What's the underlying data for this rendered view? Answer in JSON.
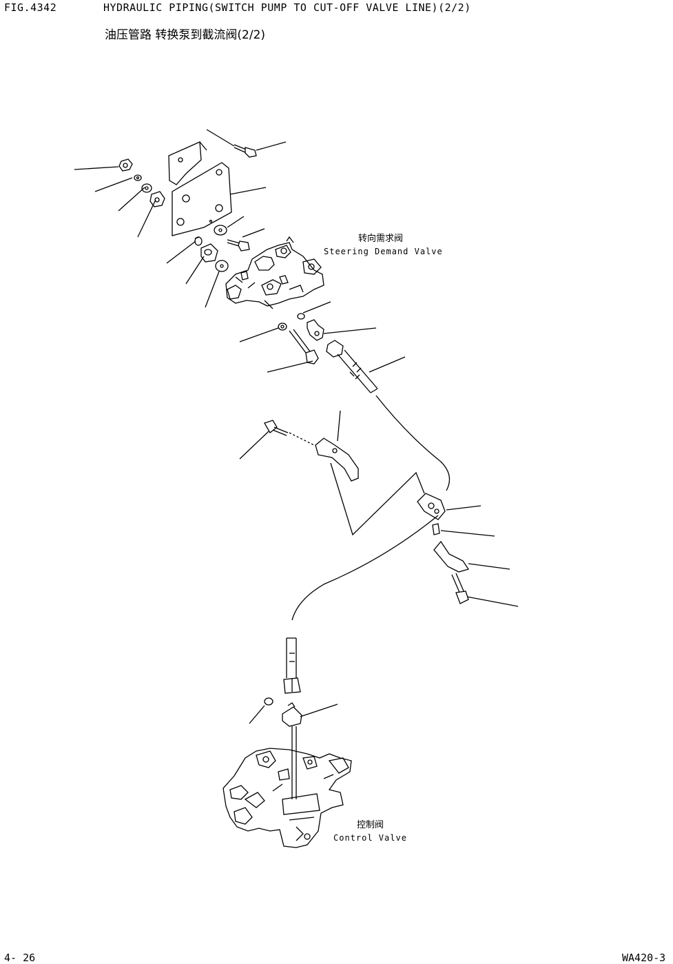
{
  "header": {
    "fig_no": "FIG.4342",
    "title_en": "HYDRAULIC PIPING(SWITCH PUMP TO CUT-OFF VALVE LINE)(2/2)",
    "title_cn": "油压管路 转换泵到截流阀(2/2)"
  },
  "labels": {
    "steering_demand_valve_cn": "转向需求阀",
    "steering_demand_valve_en": "Steering Demand Valve",
    "control_valve_cn": "控制阀",
    "control_valve_en": "Control Valve"
  },
  "footer": {
    "page_no": "4- 26",
    "model": "WA420-3"
  }
}
